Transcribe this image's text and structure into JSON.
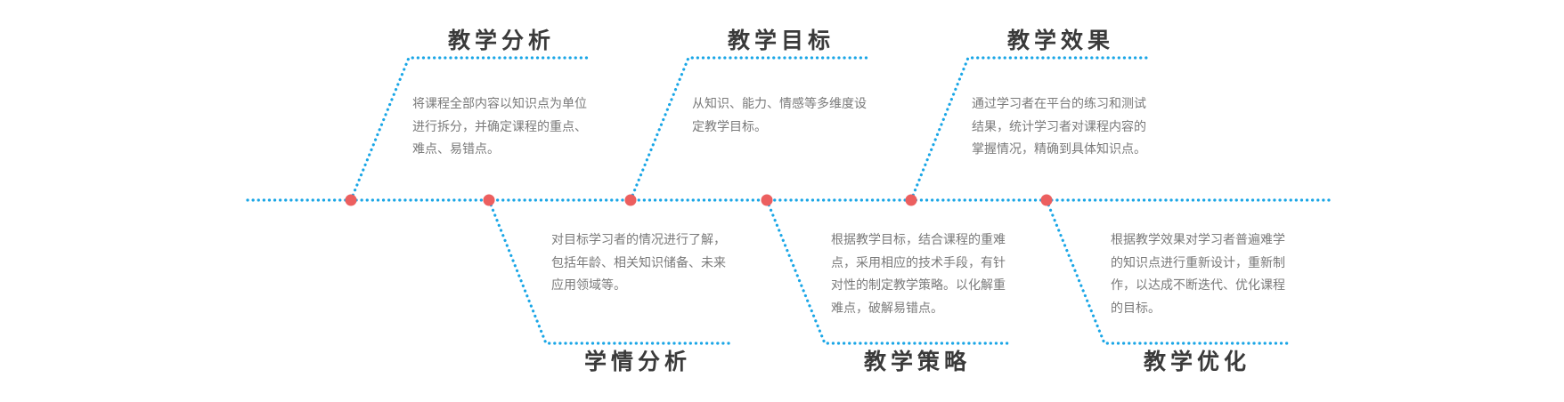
{
  "stages": [
    {
      "title": "教学分析",
      "text": "将课程全部内容以知识点为单位进行拆分，并确定课程的重点、难点、易错点。"
    },
    {
      "title": "学情分析",
      "text": "对目标学习者的情况进行了解，包括年龄、相关知识储备、未来应用领域等。"
    },
    {
      "title": "教学目标",
      "text": "从知识、能力、情感等多维度设定教学目标。"
    },
    {
      "title": "教学策略",
      "text": "根据教学目标，结合课程的重难点，采用相应的技术手段，有针对性的制定教学策略。以化解重难点，破解易错点。"
    },
    {
      "title": "教学效果",
      "text": "通过学习者在平台的练习和测试结果，统计学习者对课程内容的掌握情况，精确到具体知识点。"
    },
    {
      "title": "教学优化",
      "text": "根据教学效果对学习者普遍难学的知识点进行重新设计，重新制作，以达成不断迭代、优化课程的目标。"
    }
  ],
  "colors": {
    "line": "#1aa6e6",
    "node": "#ec5f5f",
    "title": "#3a3a3a",
    "text": "#7a7a7a"
  }
}
